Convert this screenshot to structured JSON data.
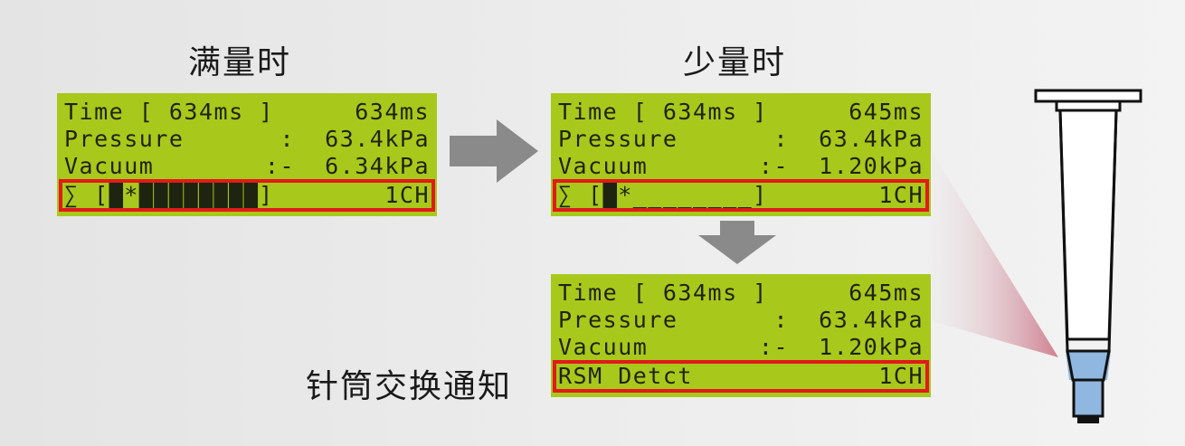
{
  "titles": {
    "full": "满量时",
    "low": "少量时",
    "replace": "针筒交换通知"
  },
  "panels": [
    {
      "time_label": "Time [",
      "time_set": "634ms",
      "time_close": "]",
      "time_value": "634ms",
      "pressure_label": "Pressure",
      "pressure_sep": ":",
      "pressure_value": "63.4kPa",
      "vacuum_label": "Vacuum",
      "vacuum_sep": ":-",
      "vacuum_value": "6.34kPa",
      "status_left": "∑ [█*████████]",
      "status_right": "1CH"
    },
    {
      "time_label": "Time [",
      "time_set": "634ms",
      "time_close": "]",
      "time_value": "645ms",
      "pressure_label": "Pressure",
      "pressure_sep": ":",
      "pressure_value": "63.4kPa",
      "vacuum_label": "Vacuum",
      "vacuum_sep": ":-",
      "vacuum_value": "1.20kPa",
      "status_left": "∑ [█*________]",
      "status_right": "1CH"
    },
    {
      "time_label": "Time [",
      "time_set": "634ms",
      "time_close": "]",
      "time_value": "645ms",
      "pressure_label": "Pressure",
      "pressure_sep": ":",
      "pressure_value": "63.4kPa",
      "vacuum_label": "Vacuum",
      "vacuum_sep": ":-",
      "vacuum_value": "1.20kPa",
      "status_left": "RSM Detct",
      "status_right": "1CH"
    }
  ],
  "colors": {
    "lcd_bg": "#a9c81c",
    "highlight": "#e11a1a",
    "arrow": "#8a8a8a",
    "liquid": "#8fb7df"
  },
  "icons": {
    "syringe": "syringe-icon",
    "arrow_right": "arrow-right-icon",
    "arrow_down": "arrow-down-icon"
  }
}
